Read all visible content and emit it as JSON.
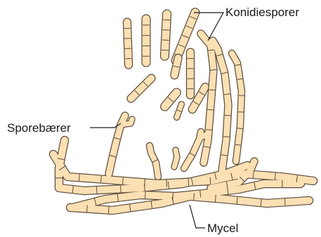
{
  "diagram": {
    "labels": {
      "conidia": "Konidiesporer",
      "conidiophore": "Sporebærer",
      "mycelium": "Mycel"
    },
    "colors": {
      "fill": "#fbe0b4",
      "stroke": "#5a4a38",
      "text": "#1a1a1a",
      "background": "#ffffff"
    }
  }
}
